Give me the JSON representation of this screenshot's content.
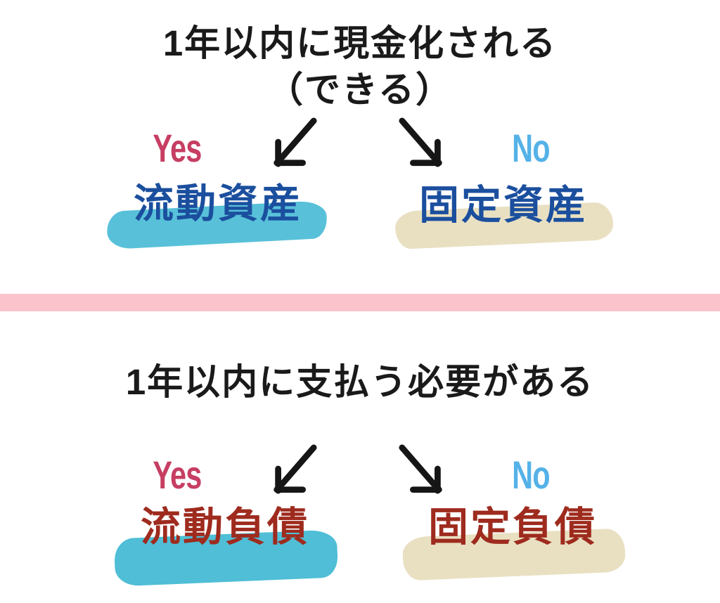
{
  "canvas": {
    "background": "#ffffff",
    "divider_color": "#fbc4cd",
    "arrow_color": "#161616",
    "title_color": "#1a1a1a"
  },
  "assets_flow": {
    "title_line1": "1年以内に現金化される",
    "title_line2": "（できる）",
    "yes": {
      "label": "Yes",
      "color": "#c73e63"
    },
    "no": {
      "label": "No",
      "color": "#55b2e8"
    },
    "left_result": {
      "label": "流動資産",
      "text_color": "#1b4f9e",
      "highlight_color": "#58c1d9"
    },
    "right_result": {
      "label": "固定資産",
      "text_color": "#1b4f9e",
      "highlight_color": "#e9e0c2"
    }
  },
  "liabilities_flow": {
    "title_line1": "1年以内に支払う必要がある",
    "yes": {
      "label": "Yes",
      "color": "#c73e63"
    },
    "no": {
      "label": "No",
      "color": "#55b2e8"
    },
    "left_result": {
      "label": "流動負債",
      "text_color": "#9e2b1e",
      "highlight_color": "#4fbed6"
    },
    "right_result": {
      "label": "固定負債",
      "text_color": "#9e2b1e",
      "highlight_color": "#e9e0c2"
    }
  }
}
